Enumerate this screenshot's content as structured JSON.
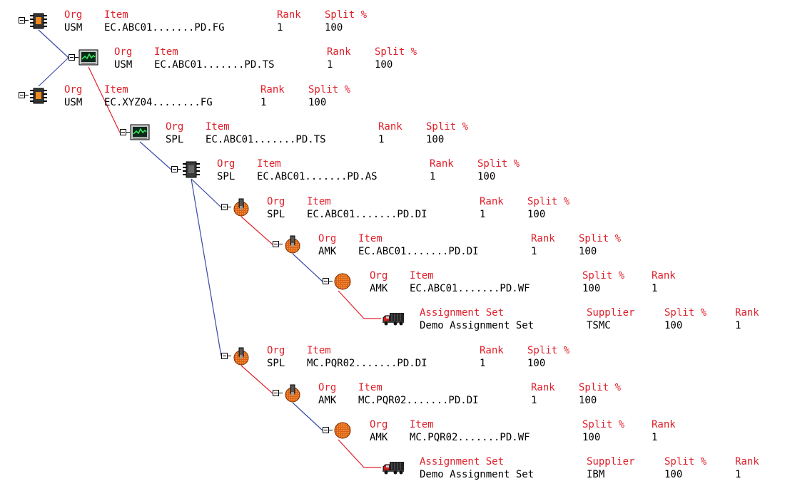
{
  "colors": {
    "header": "#e0202a",
    "value": "#000000",
    "link_red": "#e0202a",
    "link_blue": "#3a4aa8"
  },
  "nodes": [
    {
      "id": "n1",
      "icon": "chip-component-icon",
      "cols": [
        {
          "h": "Org",
          "v": "USM"
        },
        {
          "h": "Item",
          "v": "EC.ABC01.......PD.FG"
        },
        {
          "h": "Rank",
          "v": "1"
        },
        {
          "h": "Split %",
          "v": "100"
        }
      ]
    },
    {
      "id": "n2",
      "icon": "test-monitor-icon",
      "cols": [
        {
          "h": "Org",
          "v": "USM"
        },
        {
          "h": "Item",
          "v": "EC.ABC01.......PD.TS"
        },
        {
          "h": "Rank",
          "v": "1"
        },
        {
          "h": "Split %",
          "v": "100"
        }
      ]
    },
    {
      "id": "n3",
      "icon": "chip-component-icon",
      "cols": [
        {
          "h": "Org",
          "v": "USM"
        },
        {
          "h": "Item",
          "v": "EC.XYZ04........FG"
        },
        {
          "h": "Rank",
          "v": "1"
        },
        {
          "h": "Split %",
          "v": "100"
        }
      ]
    },
    {
      "id": "n4",
      "icon": "test-monitor-icon",
      "cols": [
        {
          "h": "Org",
          "v": "SPL"
        },
        {
          "h": "Item",
          "v": "EC.ABC01.......PD.TS"
        },
        {
          "h": "Rank",
          "v": "1"
        },
        {
          "h": "Split %",
          "v": "100"
        }
      ]
    },
    {
      "id": "n5",
      "icon": "assembly-chip-icon",
      "cols": [
        {
          "h": "Org",
          "v": "SPL"
        },
        {
          "h": "Item",
          "v": "EC.ABC01.......PD.AS"
        },
        {
          "h": "Rank",
          "v": "1"
        },
        {
          "h": "Split %",
          "v": "100"
        }
      ]
    },
    {
      "id": "n6",
      "icon": "die-pick-icon",
      "cols": [
        {
          "h": "Org",
          "v": "SPL"
        },
        {
          "h": "Item",
          "v": "EC.ABC01.......PD.DI"
        },
        {
          "h": "Rank",
          "v": "1"
        },
        {
          "h": "Split %",
          "v": "100"
        }
      ]
    },
    {
      "id": "n7",
      "icon": "die-pick-icon",
      "cols": [
        {
          "h": "Org",
          "v": "AMK"
        },
        {
          "h": "Item",
          "v": "EC.ABC01.......PD.DI"
        },
        {
          "h": "Rank",
          "v": "1"
        },
        {
          "h": "Split %",
          "v": "100"
        }
      ]
    },
    {
      "id": "n8",
      "icon": "wafer-icon",
      "cols": [
        {
          "h": "Org",
          "v": "AMK"
        },
        {
          "h": "Item",
          "v": "EC.ABC01.......PD.WF"
        },
        {
          "h": "Split %",
          "v": "100"
        },
        {
          "h": "Rank",
          "v": "1"
        }
      ]
    },
    {
      "id": "n9",
      "icon": "supplier-truck-icon",
      "cols": [
        {
          "h": "Assignment Set",
          "v": "Demo Assignment Set"
        },
        {
          "h": "Supplier",
          "v": "TSMC"
        },
        {
          "h": "Split %",
          "v": "100"
        },
        {
          "h": "Rank",
          "v": "1"
        }
      ]
    },
    {
      "id": "n10",
      "icon": "die-pick-icon",
      "cols": [
        {
          "h": "Org",
          "v": "SPL"
        },
        {
          "h": "Item",
          "v": "MC.PQR02.......PD.DI"
        },
        {
          "h": "Rank",
          "v": "1"
        },
        {
          "h": "Split %",
          "v": "100"
        }
      ]
    },
    {
      "id": "n11",
      "icon": "die-pick-icon",
      "cols": [
        {
          "h": "Org",
          "v": "AMK"
        },
        {
          "h": "Item",
          "v": "MC.PQR02.......PD.DI"
        },
        {
          "h": "Rank",
          "v": "1"
        },
        {
          "h": "Split %",
          "v": "100"
        }
      ]
    },
    {
      "id": "n12",
      "icon": "wafer-icon",
      "cols": [
        {
          "h": "Org",
          "v": "AMK"
        },
        {
          "h": "Item",
          "v": "MC.PQR02.......PD.WF"
        },
        {
          "h": "Split %",
          "v": "100"
        },
        {
          "h": "Rank",
          "v": "1"
        }
      ]
    },
    {
      "id": "n13",
      "icon": "supplier-truck-icon",
      "cols": [
        {
          "h": "Assignment Set",
          "v": "Demo Assignment Set"
        },
        {
          "h": "Supplier",
          "v": "IBM"
        },
        {
          "h": "Split %",
          "v": "100"
        },
        {
          "h": "Rank",
          "v": "1"
        }
      ]
    }
  ],
  "links": [
    {
      "from": "n1",
      "to": "n2",
      "color": "blue"
    },
    {
      "from": "n3",
      "to": "n2",
      "color": "blue"
    },
    {
      "from": "n2",
      "to": "n4",
      "color": "red"
    },
    {
      "from": "n4",
      "to": "n5",
      "color": "blue"
    },
    {
      "from": "n5",
      "to": "n6",
      "color": "blue"
    },
    {
      "from": "n6",
      "to": "n7",
      "color": "red"
    },
    {
      "from": "n7",
      "to": "n8",
      "color": "blue"
    },
    {
      "from": "n8",
      "to": "n9",
      "color": "red"
    },
    {
      "from": "n5",
      "to": "n10",
      "color": "blue"
    },
    {
      "from": "n10",
      "to": "n11",
      "color": "red"
    },
    {
      "from": "n11",
      "to": "n12",
      "color": "blue"
    },
    {
      "from": "n12",
      "to": "n13",
      "color": "red"
    }
  ]
}
